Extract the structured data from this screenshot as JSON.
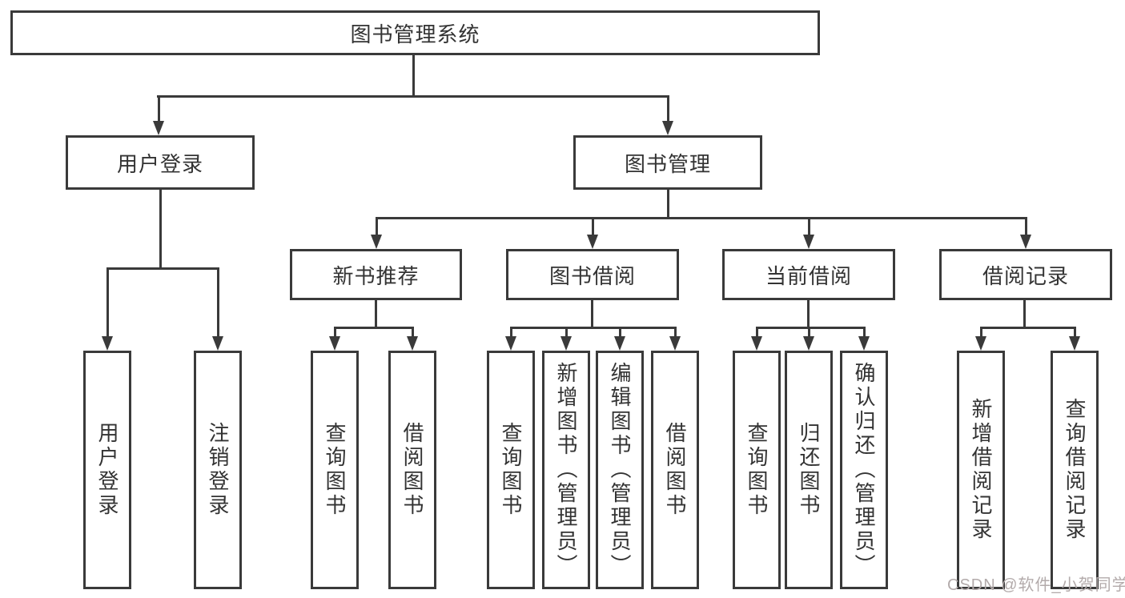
{
  "title": {
    "label": "图书管理系统"
  },
  "level2": {
    "user_login": {
      "label": "用户登录"
    },
    "book_mgmt": {
      "label": "图书管理"
    }
  },
  "level3": {
    "new_books": {
      "label": "新书推荐"
    },
    "book_borrow": {
      "label": "图书借阅"
    },
    "current_borrow": {
      "label": "当前借阅"
    },
    "borrow_records": {
      "label": "借阅记录"
    }
  },
  "leaves": {
    "user_login": [
      {
        "label": "用户登录"
      },
      {
        "label": "注销登录"
      }
    ],
    "new_books": [
      {
        "label": "查询图书"
      },
      {
        "label": "借阅图书"
      }
    ],
    "book_borrow": [
      {
        "label": "查询图书"
      },
      {
        "label": "新增图书（管理员）"
      },
      {
        "label": "编辑图书（管理员）"
      },
      {
        "label": "借阅图书"
      }
    ],
    "current_borrow": [
      {
        "label": "查询图书"
      },
      {
        "label": "归还图书"
      },
      {
        "label": "确认归还（管理员）"
      }
    ],
    "borrow_records": [
      {
        "label": "新增借阅记录"
      },
      {
        "label": "查询借阅记录"
      }
    ]
  },
  "watermark": {
    "text": "CSDN @软件_小贺同学"
  },
  "colors": {
    "line": "#3a3a3a",
    "text": "#333333",
    "watermark": "#b3abab",
    "background": "#ffffff"
  }
}
